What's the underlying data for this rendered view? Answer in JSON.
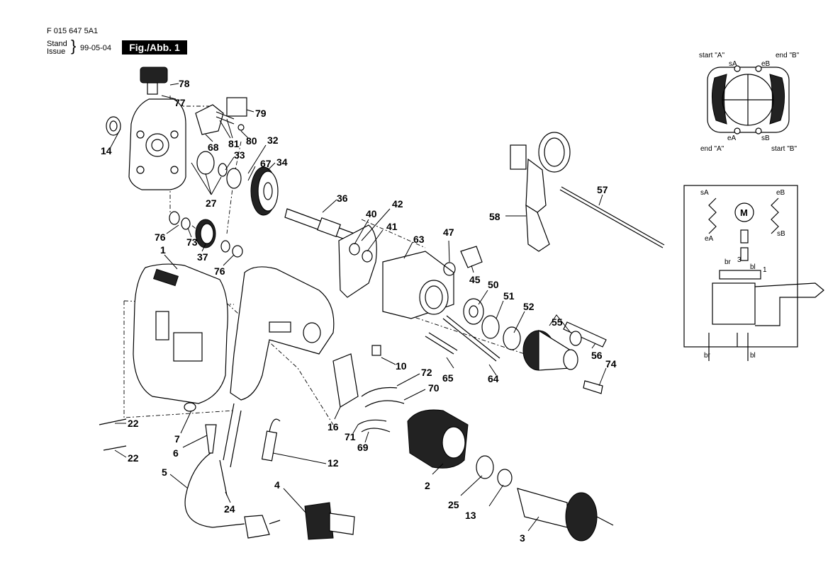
{
  "header": {
    "doc_number": "F 015 647 5A1",
    "stand_label": "Stand",
    "issue_label": "Issue",
    "date": "99-05-04",
    "figure_label": "Fig./Abb. 1"
  },
  "callouts": [
    "78",
    "77",
    "79",
    "14",
    "81",
    "80",
    "68",
    "32",
    "33",
    "67",
    "34",
    "27",
    "36",
    "76",
    "73",
    "37",
    "1",
    "76",
    "40",
    "42",
    "41",
    "63",
    "47",
    "45",
    "50",
    "51",
    "52",
    "55",
    "56",
    "57",
    "58",
    "10",
    "72",
    "70",
    "65",
    "64",
    "74",
    "16",
    "71",
    "69",
    "22",
    "7",
    "6",
    "22",
    "5",
    "12",
    "24",
    "4",
    "2",
    "25",
    "13",
    "3"
  ],
  "motor_diagram": {
    "labels": [
      "start \"A\"",
      "sA",
      "eB",
      "end \"B\"",
      "end \"A\"",
      "eA",
      "sB",
      "start \"B\""
    ]
  },
  "wiring_diagram": {
    "labels": [
      "sA",
      "eB",
      "eA",
      "sB",
      "M",
      "br",
      "3",
      "bl",
      "1",
      "br",
      "bl"
    ]
  }
}
